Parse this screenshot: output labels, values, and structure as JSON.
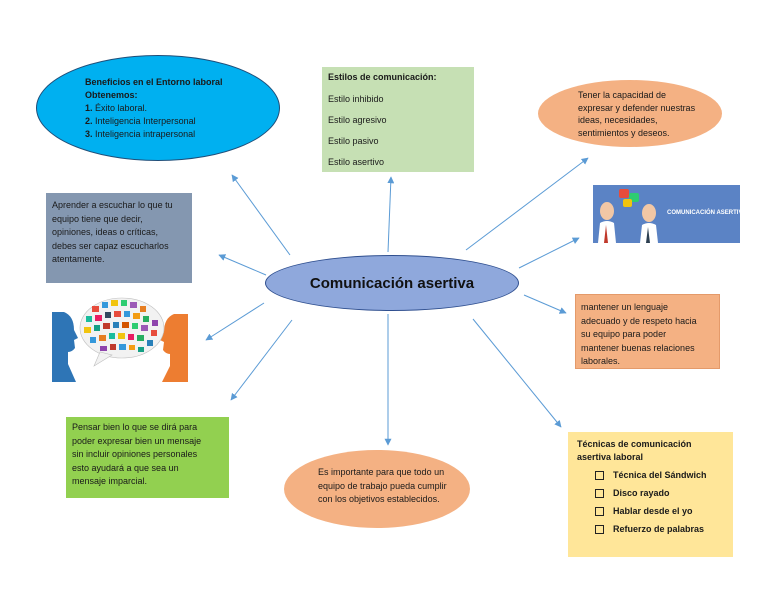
{
  "center": {
    "title": "Comunicación asertiva"
  },
  "beneficios": {
    "title": "Beneficios en el Entorno laboral",
    "subtitle": "Obtenemos:",
    "items": [
      "Éxito laboral.",
      "Inteligencia Interpersonal",
      "Inteligencia intrapersonal"
    ],
    "numbers": [
      "1.",
      "2.",
      "3."
    ]
  },
  "estilos": {
    "title": "Estilos de comunicación:",
    "items": [
      "Estilo inhibido",
      "Estilo agresivo",
      "Estilo pasivo",
      "Estilo asertivo"
    ]
  },
  "capacidad": {
    "lines": [
      "Tener la capacidad de",
      "expresar y defender nuestras",
      "ideas, necesidades,",
      "sentimientos y deseos."
    ]
  },
  "escuchar": {
    "lines": [
      "Aprender a escuchar lo que tu",
      "equipo tiene que decir,",
      "opiniones, ideas o críticas,",
      "debes ser capaz escucharlos",
      "atentamente."
    ]
  },
  "comm_image": {
    "caption": "COMUNICACIÓN ASERTIVA"
  },
  "lenguaje": {
    "lines": [
      "mantener un lenguaje",
      "adecuado y de respeto hacia",
      "su equipo para poder",
      "mantener buenas relaciones",
      "laborales."
    ]
  },
  "pensar": {
    "lines": [
      "Pensar bien lo que se dirá para",
      "poder expresar bien un mensaje",
      "sin incluir opiniones personales",
      "esto ayudará a que sea un",
      "mensaje imparcial."
    ]
  },
  "importante": {
    "lines": [
      "Es importante para que todo un",
      "equipo de trabajo pueda cumplir",
      "con los objetivos establecidos."
    ]
  },
  "tecnicas": {
    "title_lines": [
      "Técnicas de comunicación",
      "asertiva laboral"
    ],
    "items": [
      "Técnica del Sándwich",
      "Disco rayado",
      "Hablar desde el yo",
      "Refuerzo de palabras"
    ]
  },
  "colors": {
    "arrow": "#5b9bd5",
    "center_fill": "#8fa8dc",
    "blue_ellipse": "#00b0f0",
    "light_green": "#c6e0b4",
    "peach": "#f4b183",
    "grey_blue": "#8497b0",
    "green": "#92d050",
    "yellow": "#ffe699"
  }
}
